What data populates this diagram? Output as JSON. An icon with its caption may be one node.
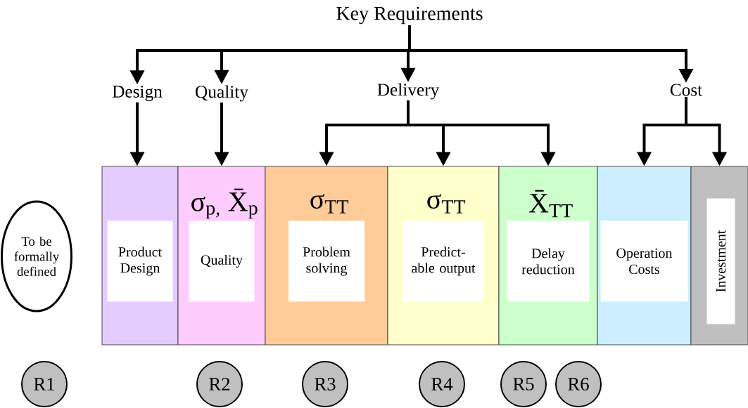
{
  "diagram": {
    "nodes": [
      {
        "text": [
          "Key Requirements"
        ]
      },
      {
        "text": [
          "Design"
        ]
      },
      {
        "text": [
          "Quality"
        ]
      },
      {
        "text": [
          "Delivery"
        ]
      },
      {
        "text": [
          "Cost"
        ]
      },
      {
        "text": [
          "To be formally defined"
        ]
      },
      {
        "text": [],
        "shape": "box"
      },
      {
        "text": [
          "Product Design"
        ],
        "in": 6
      },
      {
        "text": [
          "σ$_{p,}$ X̄$_{p}$"
        ]
      },
      {
        "text": [
          "Quality"
        ],
        "in": 8
      },
      {
        "text": [
          "σ$_{TT}$"
        ]
      },
      {
        "text": [
          "Problem solving"
        ],
        "in": 10
      },
      {
        "text": [
          "σ$_{TT}$"
        ]
      },
      {
        "text": [
          "Predict- able output"
        ],
        "in": 12
      },
      {
        "text": [
          "X̄$_{TT}$"
        ]
      },
      {
        "text": [
          "Delay reduction"
        ],
        "in": 14
      },
      {
        "text": [],
        "shape": "box"
      },
      {
        "text": [
          "Operation Costs"
        ],
        "in": 16
      },
      {
        "text": [],
        "shape": "box"
      },
      {
        "text": [
          "Investment"
        ],
        "in": 18
      },
      {
        "text": [
          "R1"
        ]
      },
      {
        "text": [
          "R2"
        ]
      },
      {
        "text": [
          "R3"
        ]
      },
      {
        "text": [
          "R4"
        ]
      },
      {
        "text": [
          "R5"
        ]
      },
      {
        "text": [
          "R6"
        ]
      }
    ],
    "edges": [
      {
        "from": 0,
        "to": 1,
        "arrow": "to"
      },
      {
        "from": 0,
        "to": 2,
        "arrow": "to"
      },
      {
        "from": 0,
        "to": 3,
        "arrow": "to"
      },
      {
        "from": 0,
        "to": 4,
        "arrow": "to"
      },
      {
        "from": 1,
        "to": 6,
        "arrow": "to"
      },
      {
        "from": 2,
        "to": 8,
        "arrow": "to"
      },
      {
        "from": 3,
        "to": 10,
        "arrow": "to"
      },
      {
        "from": 3,
        "to": 12,
        "arrow": "to"
      },
      {
        "from": 3,
        "to": 14,
        "arrow": "to"
      },
      {
        "from": 4,
        "to": 16,
        "arrow": "to"
      },
      {
        "from": 4,
        "to": 18,
        "arrow": "to"
      }
    ]
  }
}
